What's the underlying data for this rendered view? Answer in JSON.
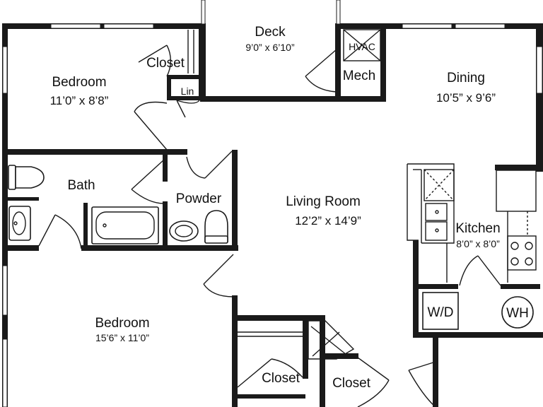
{
  "rooms": {
    "bedroom_1": {
      "name": "Bedroom",
      "size": "11’0” x 8’8”"
    },
    "closet_1": {
      "name": "Closet"
    },
    "linen": {
      "name": "Lin"
    },
    "deck": {
      "name": "Deck",
      "size": "9’0” x 6’10”"
    },
    "hvac": {
      "name": "HVAC"
    },
    "mech": {
      "name": "Mech"
    },
    "dining": {
      "name": "Dining",
      "size": "10’5” x 9’6”"
    },
    "bath": {
      "name": "Bath"
    },
    "powder": {
      "name": "Powder"
    },
    "living": {
      "name": "Living Room",
      "size": "12’2” x 14’9”"
    },
    "kitchen": {
      "name": "Kitchen",
      "size": "8’0” x 8’0”"
    },
    "wd": {
      "name": "W/D"
    },
    "wh": {
      "name": "WH"
    },
    "bedroom_2": {
      "name": "Bedroom",
      "size": "15’6” x 11’0”"
    },
    "closet_2": {
      "name": "Closet"
    },
    "closet_3": {
      "name": "Closet"
    }
  }
}
